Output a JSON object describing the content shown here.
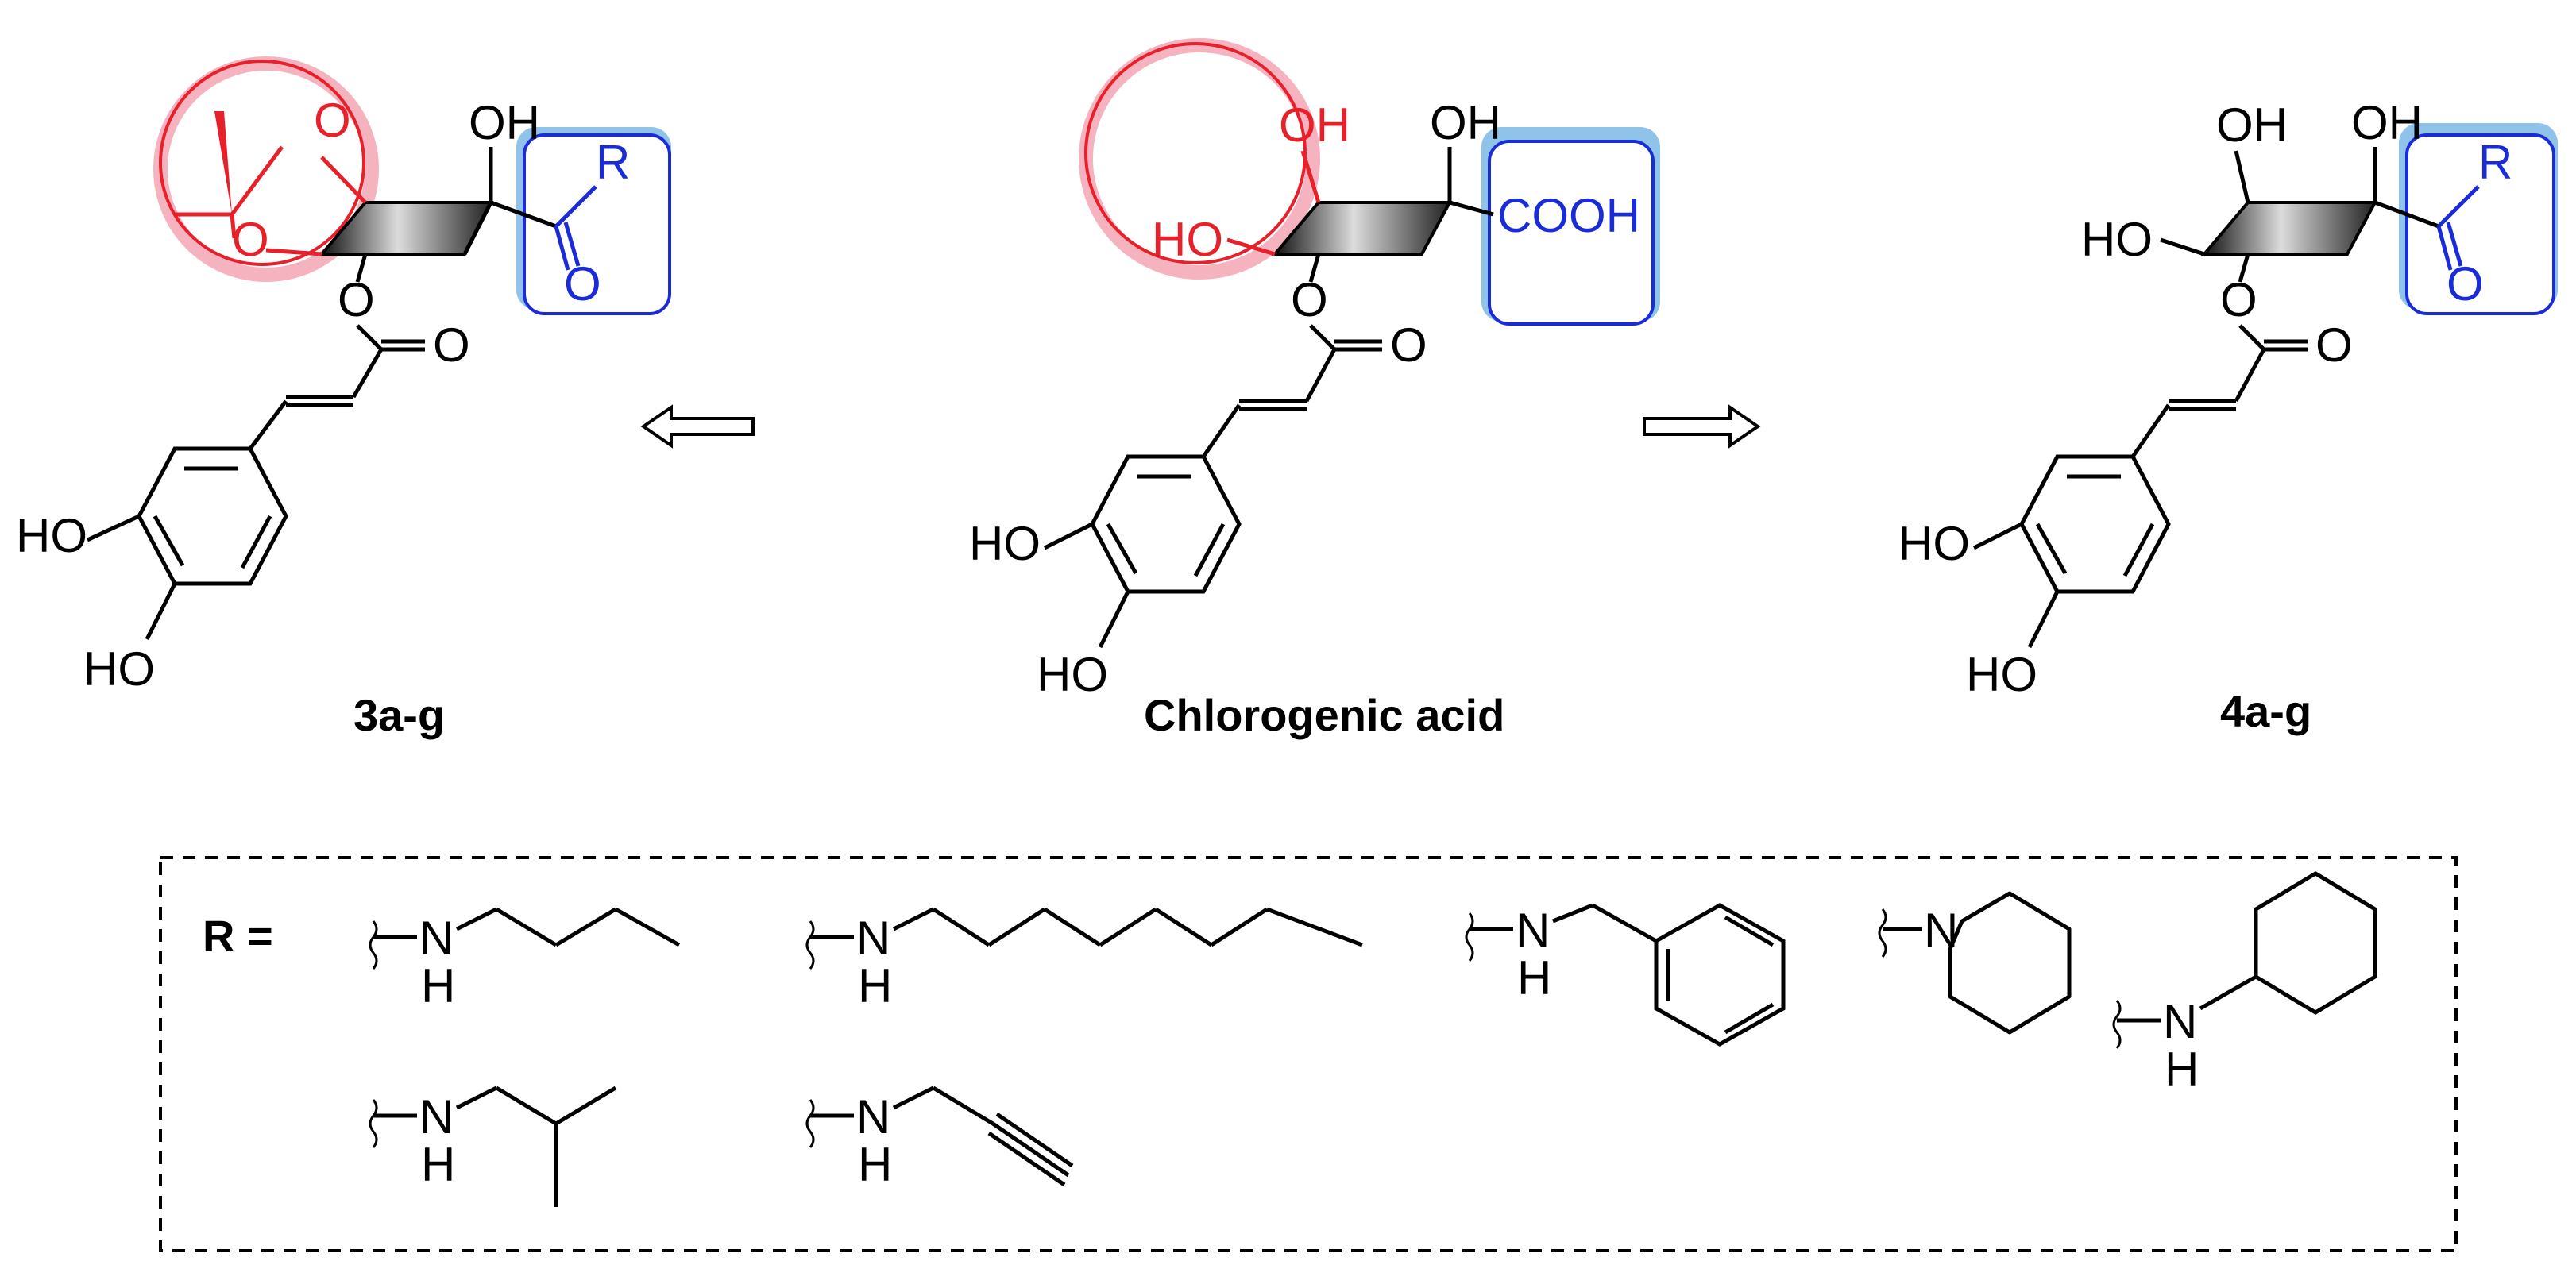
{
  "compounds": {
    "left": {
      "label": "3a-g",
      "hydroxyls": {
        "caffeoyl_3": "HO",
        "caffeoyl_4": "HO",
        "quinic_1": "OH"
      },
      "ester_o": "O",
      "carbonyl_o": "O",
      "acetonide_o1": "O",
      "acetonide_o2": "O",
      "amide_o": "O",
      "amide_r": "R"
    },
    "center": {
      "label": "Chlorogenic acid",
      "hydroxyls": {
        "caffeoyl_3": "HO",
        "caffeoyl_4": "HO",
        "quinic_1": "OH",
        "quinic_4": "OH",
        "quinic_5": "HO"
      },
      "ester_o": "O",
      "carbonyl_o": "O",
      "acid": "COOH"
    },
    "right": {
      "label": "4a-g",
      "hydroxyls": {
        "caffeoyl_3": "HO",
        "caffeoyl_4": "HO",
        "quinic_1": "OH",
        "quinic_4": "OH",
        "quinic_5": "HO"
      },
      "ester_o": "O",
      "carbonyl_o": "O",
      "amide_o": "O",
      "amide_r": "R"
    }
  },
  "r_groups": {
    "heading": "R =",
    "n": "N",
    "h": "H"
  },
  "colors": {
    "modified_region": "#e8202a",
    "modified_region_shadow": "#f2a0b0",
    "amide_box": "#1a2bd8",
    "amide_box_shadow": "#8fc3ea",
    "bond": "#000000"
  }
}
